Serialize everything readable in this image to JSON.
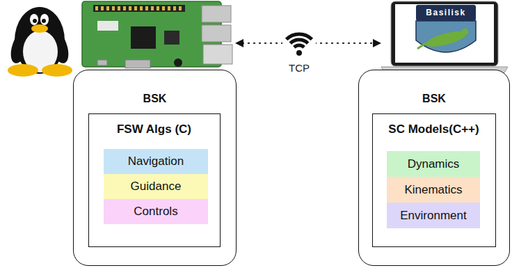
{
  "diagram": {
    "nodes": [
      {
        "text": [
          "BSK"
        ]
      },
      {
        "text": [
          "FSW Algs (C)"
        ],
        "in": 0
      },
      {
        "text": [
          "Navigation"
        ],
        "in": 1
      },
      {
        "text": [
          "Guidance"
        ],
        "in": 1
      },
      {
        "text": [
          "Controls"
        ],
        "in": 1
      },
      {
        "text": [
          "BSK"
        ]
      },
      {
        "text": [
          "SC Models(C++)"
        ],
        "in": 5
      },
      {
        "text": [
          "Dynamics"
        ],
        "in": 6
      },
      {
        "text": [
          "Kinematics"
        ],
        "in": 6
      },
      {
        "text": [
          "Environment"
        ],
        "in": 6
      }
    ],
    "labels": [
      "TCP",
      "Basilisk"
    ]
  }
}
